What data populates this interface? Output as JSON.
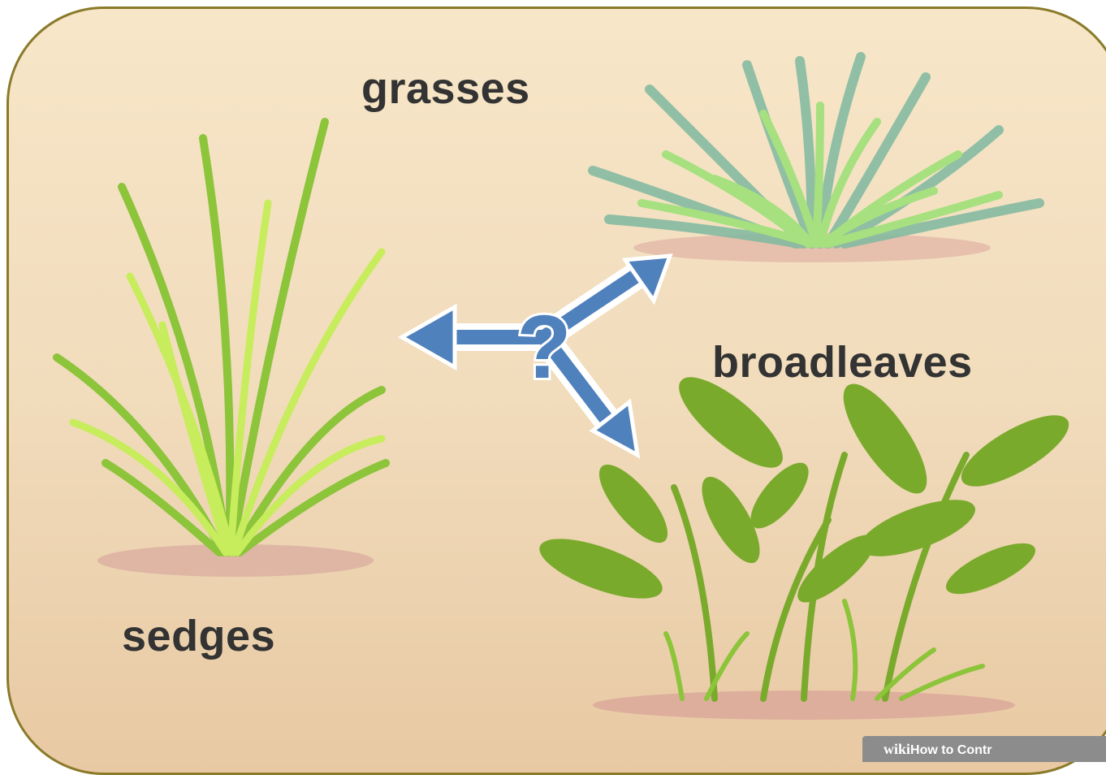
{
  "labels": {
    "grasses": "grasses",
    "broadleaves": "broadleaves",
    "sedges": "sedges"
  },
  "watermark": {
    "wiki": "wiki",
    "rest": "How to Contr"
  },
  "colors": {
    "frame_border": "#8a7a2a",
    "background": "#f4e2c4",
    "arrow": "#4f81bd",
    "text": "#333333",
    "grass_green": "#9fe07a",
    "grass_teal": "#6aa58c",
    "leaf_green": "#7aaa2c",
    "soil": "#d9a59a"
  },
  "icons": [
    "question-mark-icon",
    "arrow-left-icon",
    "arrow-up-right-icon",
    "arrow-down-right-icon"
  ]
}
